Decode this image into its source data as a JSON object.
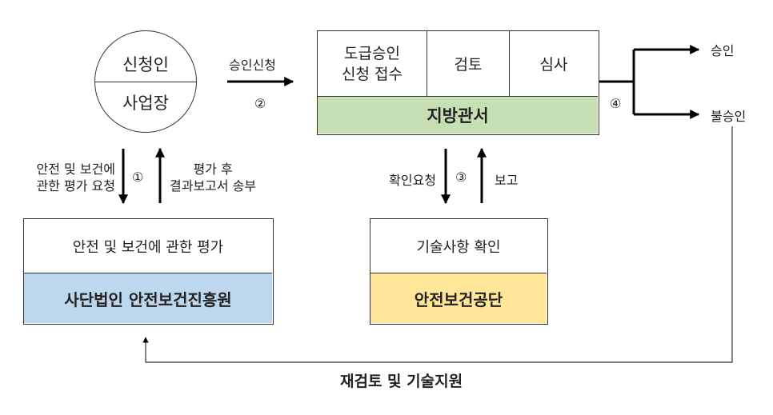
{
  "applicant": {
    "top": "신청인",
    "bottom": "사업장"
  },
  "regional_office": {
    "cells": [
      "도급승인\n신청 접수",
      "검토",
      "심사"
    ],
    "name": "지방관서"
  },
  "association": {
    "description": "안전 및 보건에 관한 평가",
    "name": "사단법인 안전보건진흥원"
  },
  "agency": {
    "description": "기술사항 확인",
    "name": "안전보건공단"
  },
  "flows": {
    "apply": "승인신청",
    "request_eval": "안전 및 보건에\n관한 평가 요청",
    "send_report": "평가 후\n결과보고서 송부",
    "request_confirm": "확인요청",
    "report": "보고"
  },
  "step_numbers": [
    "①",
    "②",
    "③",
    "④"
  ],
  "outcomes": {
    "approve": "승인",
    "reject": "불승인"
  },
  "support": "재검토 및 기술지원",
  "colors": {
    "office_band": "#c6e0b4",
    "association_band": "#bdd7ee",
    "agency_band": "#ffe699",
    "line": "#000000"
  }
}
